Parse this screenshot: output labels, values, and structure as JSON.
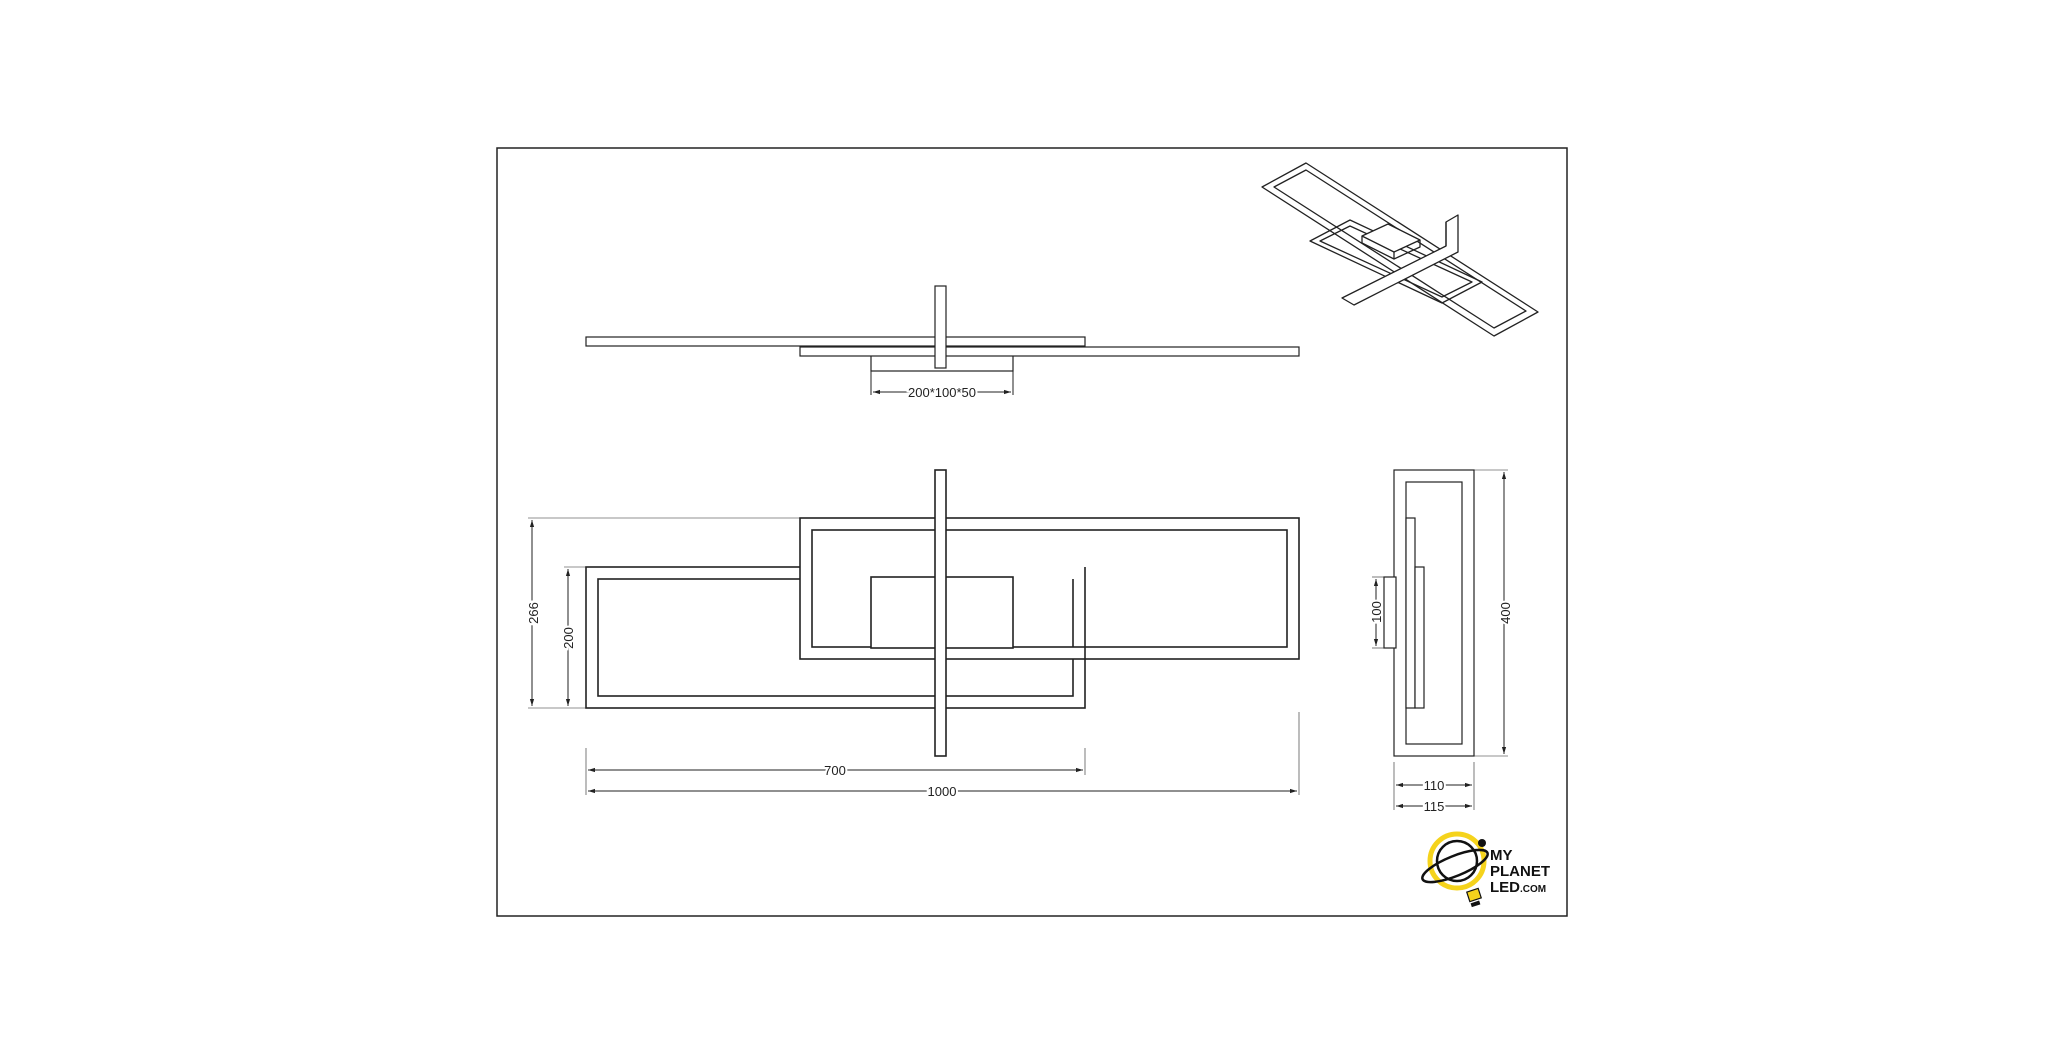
{
  "drawing": {
    "dimensions": {
      "driver_box": "200*100*50",
      "total_height": "266",
      "inner_height": "200",
      "rear_length": "700",
      "total_length": "1000",
      "canopy_height": "100",
      "side_height": "400",
      "side_depth_inner": "110",
      "side_depth_outer": "115"
    },
    "logo": {
      "line1": "MY",
      "line2": "PLANET",
      "line3": "LED",
      "suffix": ".COM",
      "accent_color": "#f5d31c"
    }
  }
}
